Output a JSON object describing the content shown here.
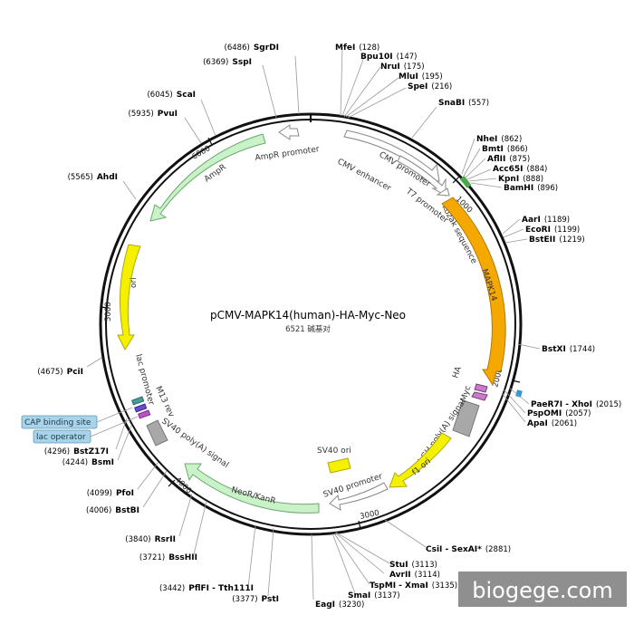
{
  "title": "pCMV-MAPK14(human)-HA-Myc-Neo",
  "subtitle": "6521 碱基对",
  "watermark": "biogege.com",
  "ticks": [
    "1000",
    "2000",
    "3000",
    "4000",
    "5000",
    "6000"
  ],
  "features": {
    "cmv_enhancer": "CMV enhancer",
    "cmv_promoter": "CMV promoter",
    "t7_promoter": "T7 promoter",
    "kozak": "kozak sequence",
    "mapk14": "MAPK14",
    "ha": "HA",
    "myc": "Myc",
    "bgh": "bGH poly(A) signal",
    "f1_ori": "f1 ori",
    "sv40_promoter": "SV40 promoter",
    "sv40_ori": "SV40 ori",
    "neo": "NeoR/KanR",
    "sv40_polya": "SV40 poly(A) signal",
    "m13_rev": "M13 rev",
    "lac_promoter": "lac promoter",
    "ori": "ori",
    "ampr": "AmpR",
    "ampr_promoter": "AmpR promoter"
  },
  "boxes": {
    "cap": "CAP binding site",
    "lac_op": "lac operator"
  },
  "sites": {
    "sgrdi": {
      "name": "SgrDI",
      "pos": "(6486)"
    },
    "sspi": {
      "name": "SspI",
      "pos": "(6369)"
    },
    "scai": {
      "name": "ScaI",
      "pos": "(6045)"
    },
    "pvui": {
      "name": "PvuI",
      "pos": "(5935)"
    },
    "ahdi": {
      "name": "AhdI",
      "pos": "(5565)"
    },
    "pcii": {
      "name": "PciI",
      "pos": "(4675)"
    },
    "bstz17i": {
      "name": "BstZ17I",
      "pos": "(4296)"
    },
    "bsmi": {
      "name": "BsmI",
      "pos": "(4244)"
    },
    "pfoi": {
      "name": "PfoI",
      "pos": "(4099)"
    },
    "bstbi": {
      "name": "BstBI",
      "pos": "(4006)"
    },
    "rsrii": {
      "name": "RsrII",
      "pos": "(3840)"
    },
    "bsshii": {
      "name": "BssHII",
      "pos": "(3721)"
    },
    "pflfi": {
      "name": "PflFI - Tth111I",
      "pos": "(3442)"
    },
    "psti": {
      "name": "PstI",
      "pos": "(3377)"
    },
    "eagi": {
      "name": "EagI",
      "pos": "(3230)"
    },
    "smai": {
      "name": "SmaI",
      "pos": "(3137)"
    },
    "tspmi": {
      "name": "TspMI - XmaI",
      "pos": "(3135)"
    },
    "avrii": {
      "name": "AvrII",
      "pos": "(3114)"
    },
    "stui": {
      "name": "StuI",
      "pos": "(3113)"
    },
    "csii": {
      "name": "CsiI - ",
      "name2": "SexAI*",
      "pos": "(2881)"
    },
    "apai": {
      "name": "ApaI",
      "pos": "(2061)"
    },
    "pspomi": {
      "name": "PspOMI",
      "pos": "(2057)"
    },
    "paer7i": {
      "name": "PaeR7I - XhoI",
      "pos": "(2015)"
    },
    "bstxi": {
      "name": "BstXI",
      "pos": "(1744)"
    },
    "bsteii": {
      "name": "BstEII",
      "pos": "(1219)"
    },
    "ecori": {
      "name": "EcoRI",
      "pos": "(1199)"
    },
    "aari": {
      "name": "AarI",
      "pos": "(1189)"
    },
    "bamhi": {
      "name": "BamHI",
      "pos": "(896)"
    },
    "kpni": {
      "name": "KpnI",
      "pos": "(888)"
    },
    "acc65i": {
      "name": "Acc65I",
      "pos": "(884)"
    },
    "aflii": {
      "name": "AflII",
      "pos": "(875)"
    },
    "bmti": {
      "name": "BmtI",
      "pos": "(866)"
    },
    "nhei": {
      "name": "NheI",
      "pos": "(862)"
    },
    "snabi": {
      "name": "SnaBI",
      "pos": "(557)"
    },
    "spei": {
      "name": "SpeI",
      "pos": "(216)"
    },
    "mlui": {
      "name": "MluI",
      "pos": "(195)"
    },
    "nrui": {
      "name": "NruI",
      "pos": "(175)"
    },
    "bpu10i": {
      "name": "Bpu10I",
      "pos": "(147)"
    },
    "mfei": {
      "name": "MfeI",
      "pos": "(128)"
    }
  }
}
